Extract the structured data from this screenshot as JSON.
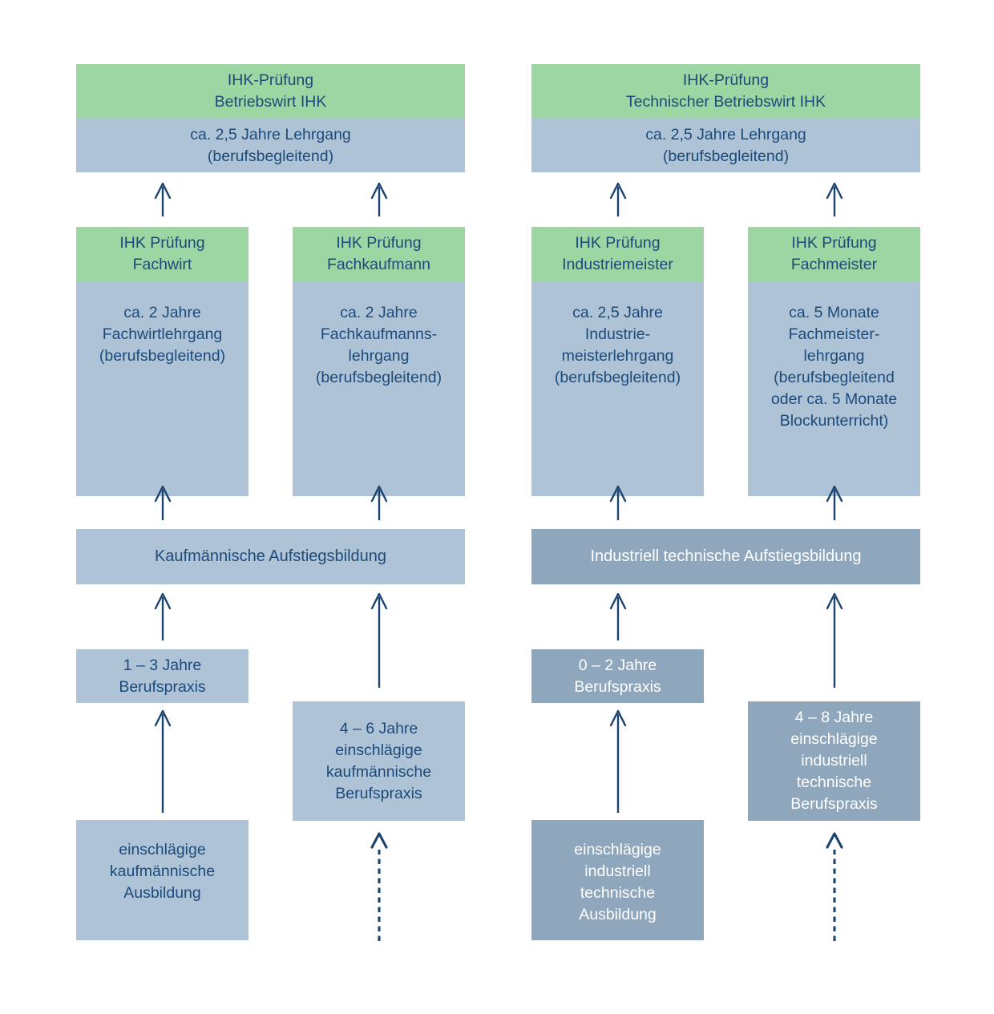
{
  "colors": {
    "exam_green": "#9dd5a3",
    "light_blue": "#aec3d6",
    "steel_blue": "#8fa7bd",
    "navy_text": "#1c4a7b",
    "arrow_navy": "#1a436f",
    "white_text": "#ffffff",
    "background": "#ffffff"
  },
  "left": {
    "top_exam": "IHK-Prüfung\nBetriebswirt IHK",
    "top_course": "ca. 2,5 Jahre Lehrgang\n(berufsbegleitend)",
    "mid_left_exam": "IHK Prüfung\nFachwirt",
    "mid_left_course": "ca. 2 Jahre\nFachwirtlehrgang\n(berufsbegleitend)",
    "mid_right_exam": "IHK Prüfung\nFachkaufmann",
    "mid_right_course": "ca. 2 Jahre\nFachkaufmanns-\nlehrgang\n(berufsbegleitend)",
    "bar": "Kaufmännische Aufstiegsbildung",
    "practice_short": "1 – 3 Jahre\nBerufspraxis",
    "practice_long": "4 – 6 Jahre\neinschlägige\nkaufmännische\nBerufspraxis",
    "training": "einschlägige\nkaufmännische\nAusbildung"
  },
  "right": {
    "top_exam": "IHK-Prüfung\nTechnischer Betriebswirt IHK",
    "top_course": "ca. 2,5 Jahre Lehrgang\n(berufsbegleitend)",
    "mid_left_exam": "IHK Prüfung\nIndustriemeister",
    "mid_left_course": "ca. 2,5 Jahre\nIndustrie-\nmeisterlehrgang\n(berufsbegleitend)",
    "mid_right_exam": "IHK Prüfung\nFachmeister",
    "mid_right_course": "ca. 5 Monate\nFachmeister-\nlehrgang\n(berufsbegleitend\noder ca. 5 Monate\nBlockunterricht)",
    "bar": "Industriell technische Aufstiegsbildung",
    "practice_short": "0 – 2 Jahre\nBerufspraxis",
    "practice_long": "4 – 8 Jahre\neinschlägige\nindustriell\ntechnische\nBerufspraxis",
    "training": "einschlägige\nindustriell\ntechnische\nAusbildung"
  }
}
